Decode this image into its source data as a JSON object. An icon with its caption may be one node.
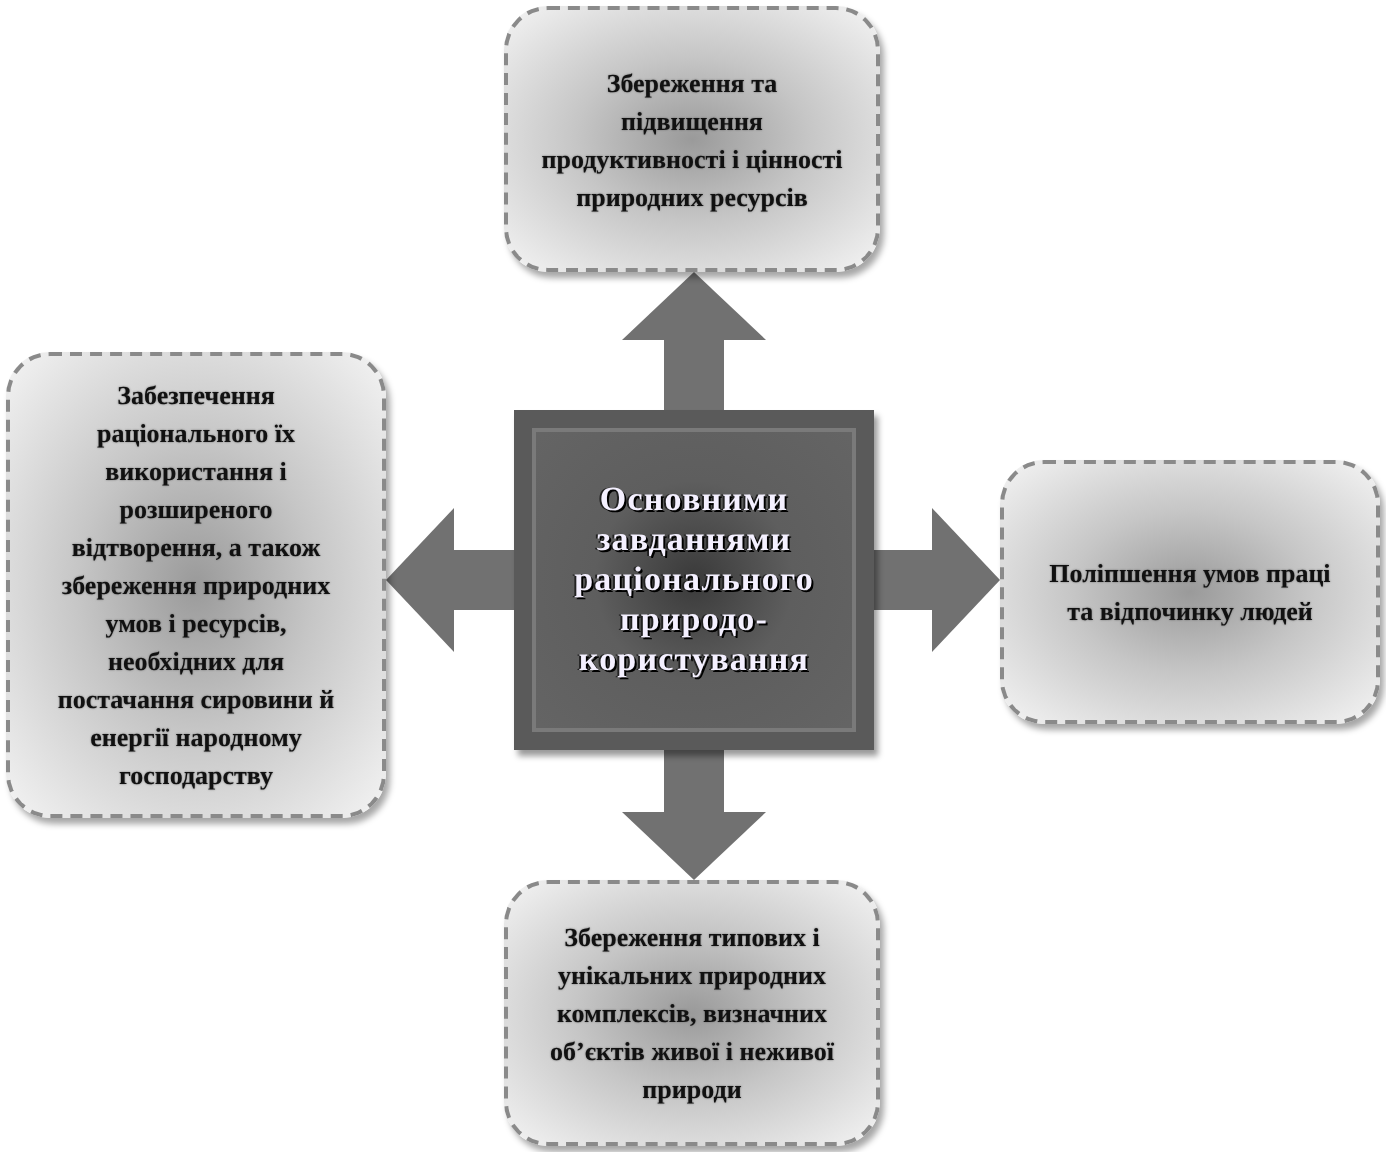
{
  "diagram": {
    "nodes": [
      {
        "text": [
          "Збереження та підвищення продуктивності і цінності природних ресурсів"
        ]
      },
      {
        "text": [
          "Забезпечення раціонального їх використання і розширеного відтворення, а також збереження природних умов і ресурсів, необхідних для постачання сировини й енергії народному господарству"
        ]
      },
      {
        "text": [
          "Основними завданнями раціонального природо- користування"
        ]
      },
      {
        "text": [
          "Поліпшення умов праці та відпочинку людей"
        ]
      },
      {
        "text": [
          "Збереження типових і унікальних природних комплексів, визначних об’єктів живої і неживої природи"
        ]
      }
    ],
    "edges": [
      {
        "from": 2,
        "to": 0,
        "arrow": "to"
      },
      {
        "from": 2,
        "to": 1,
        "arrow": "to"
      },
      {
        "from": 2,
        "to": 3,
        "arrow": "to"
      },
      {
        "from": 2,
        "to": 4,
        "arrow": "to"
      }
    ]
  }
}
